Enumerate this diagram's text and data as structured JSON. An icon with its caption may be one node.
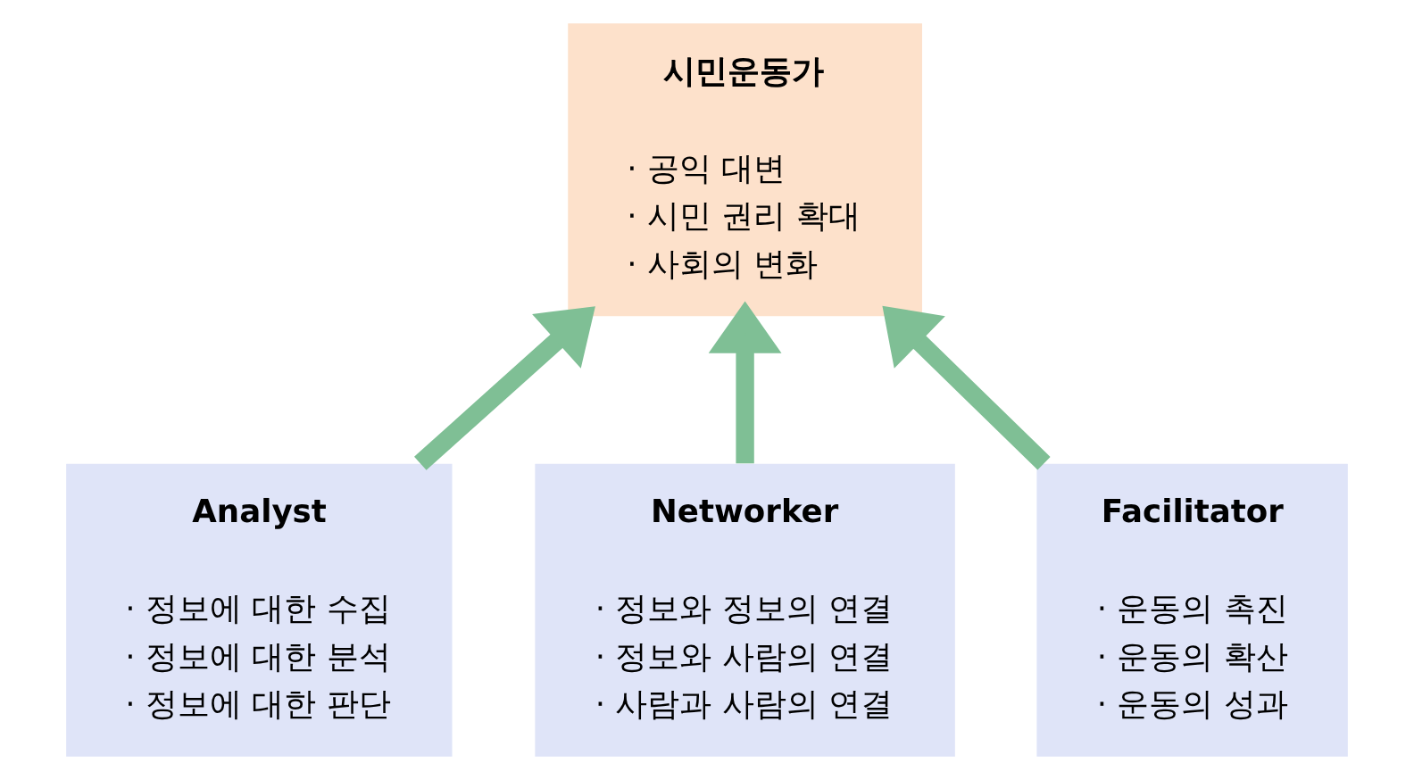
{
  "diagram": {
    "nodes": [
      {
        "text": [
          "시민운동가",
          "· 공익 대변",
          "· 시민 권리 확대",
          "· 사회의 변화"
        ]
      },
      {
        "text": [
          "Analyst",
          "· 정보에 대한 수집",
          "· 정보에 대한 분석",
          "· 정보에 대한 판단"
        ]
      },
      {
        "text": [
          "Networker",
          "· 정보와 정보의 연결",
          "· 정보와 사람의 연결",
          "· 사람과 사람의 연결"
        ]
      },
      {
        "text": [
          "Facilitator",
          "· 운동의 촉진",
          "· 운동의 확산",
          "· 운동의 성과"
        ]
      }
    ],
    "edges": [
      {
        "from": 1,
        "to": 0,
        "arrow": "to"
      },
      {
        "from": 2,
        "to": 0,
        "arrow": "to"
      },
      {
        "from": 3,
        "to": 0,
        "arrow": "to"
      }
    ]
  }
}
